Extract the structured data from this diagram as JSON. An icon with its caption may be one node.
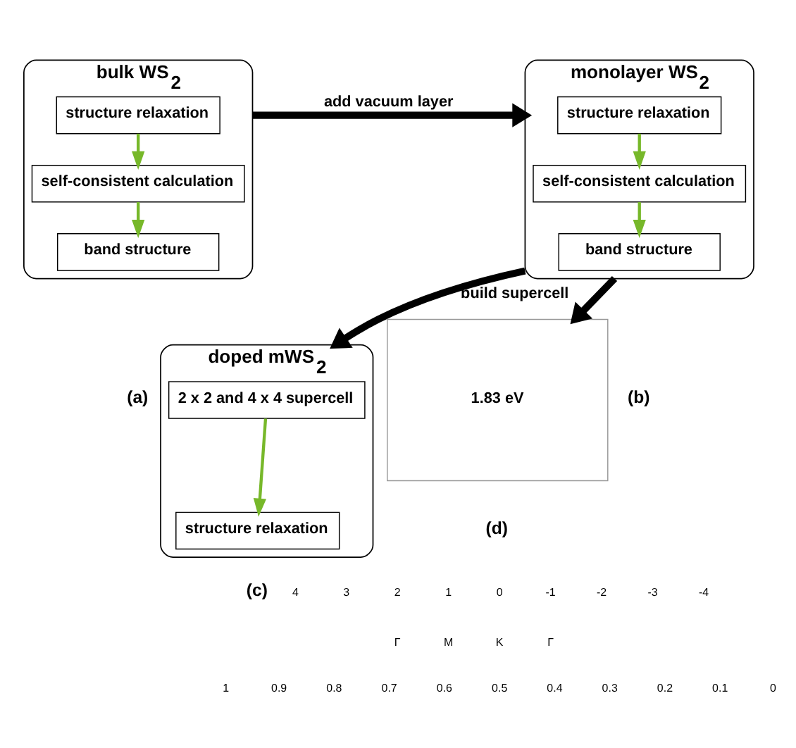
{
  "diagram": {
    "nodes": [
      {
        "text": [
          "bulk WS$_{2}$"
        ]
      },
      {
        "text": [
          "structure relaxation"
        ],
        "in": 0
      },
      {
        "text": [
          "self-consistent calculation"
        ],
        "in": 0
      },
      {
        "text": [
          "band structure"
        ],
        "in": 0
      },
      {
        "text": [
          "monolayer WS$_{2}$"
        ]
      },
      {
        "text": [
          "structure relaxation"
        ],
        "in": 4
      },
      {
        "text": [
          "self-consistent calculation"
        ],
        "in": 4
      },
      {
        "text": [
          "band structure"
        ],
        "in": 4
      },
      {
        "text": [
          "doped mWS$_{2}$"
        ]
      },
      {
        "text": [
          "2 x 2 and 4 x 4 supercell"
        ],
        "in": 8
      },
      {
        "text": [
          "structure relaxation"
        ],
        "in": 8
      },
      {
        "text": [
          "1.83 eV"
        ]
      }
    ],
    "edges": [
      {
        "from": 1,
        "to": 2,
        "arrow": "to"
      },
      {
        "from": 2,
        "to": 3,
        "arrow": "to"
      },
      {
        "from": 0,
        "to": 4,
        "arrow": "to",
        "label": "add vacuum layer",
        "style": "thick",
        "color": "#000000"
      },
      {
        "from": 5,
        "to": 6,
        "arrow": "to"
      },
      {
        "from": 6,
        "to": 7,
        "arrow": "to"
      },
      {
        "from": 4,
        "to": 8,
        "arrow": "to",
        "label": "build supercell",
        "style": "thick",
        "color": "#000000"
      },
      {
        "from": 4,
        "to": 11,
        "arrow": "to",
        "style": "thick",
        "color": "#000000"
      },
      {
        "from": 9,
        "to": 10,
        "arrow": "to"
      }
    ],
    "labels": [
      "(a)",
      "(b)",
      "4",
      "3",
      "2",
      "1",
      "0",
      "-1",
      "-2",
      "-3",
      "-4",
      "Γ",
      "M",
      "K",
      "Γ",
      "1",
      "0.9",
      "0.8",
      "0.7",
      "0.6",
      "0.5",
      "0.4",
      "0.3",
      "0.2",
      "0.1",
      "0",
      "(c)",
      "(d)"
    ]
  }
}
